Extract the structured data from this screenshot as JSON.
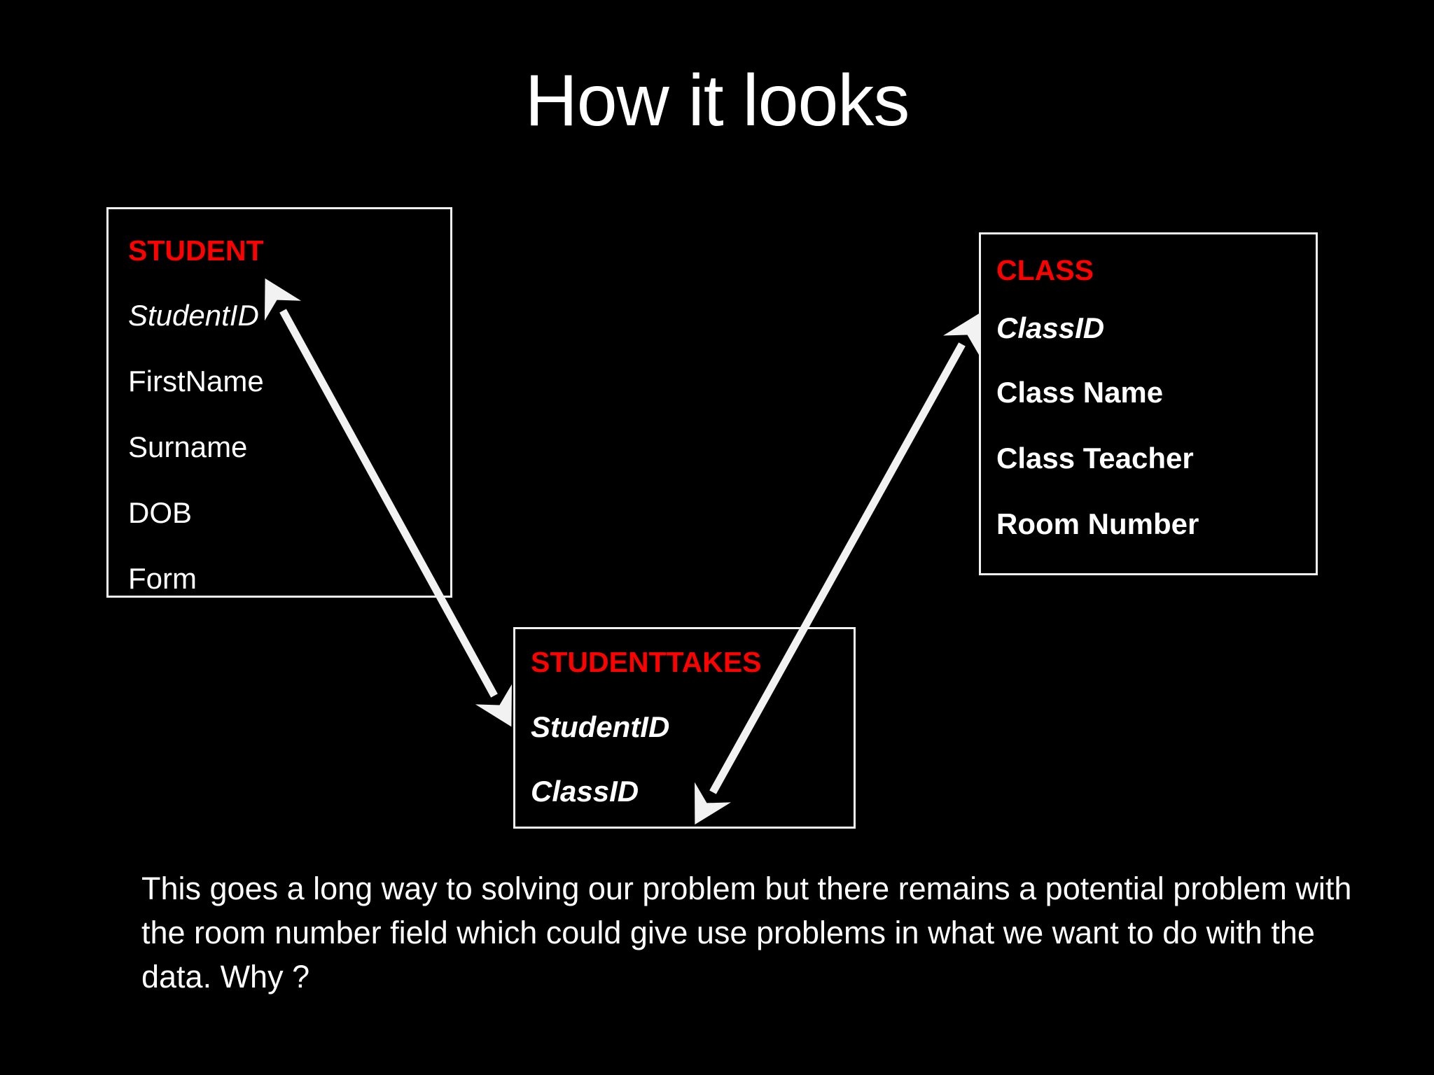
{
  "slide": {
    "title": "How it looks",
    "background_color": "#000000",
    "text_color": "#ffffff",
    "accent_color": "#ff0000",
    "border_color": "#f2f2f2"
  },
  "entities": [
    {
      "name": "STUDENT",
      "fields": [
        "StudentID",
        "FirstName",
        "Surname",
        "DOB",
        "Form"
      ]
    },
    {
      "name": "CLASS",
      "fields": [
        "ClassID",
        "Class Name",
        "Class Teacher",
        "Room Number"
      ]
    },
    {
      "name": "STUDENTTAKES",
      "fields": [
        "StudentID",
        "ClassID"
      ]
    }
  ],
  "relationships": [
    {
      "from": "STUDENT.StudentID",
      "to": "STUDENTTAKES.StudentID",
      "style": "double-headed-arrow"
    },
    {
      "from": "STUDENTTAKES.ClassID",
      "to": "CLASS.ClassID",
      "style": "double-headed-arrow"
    }
  ],
  "body_text": "This goes a long way to solving our problem but there remains a potential problem with the room number field which could give use problems in what we want to do with the data. Why ?"
}
